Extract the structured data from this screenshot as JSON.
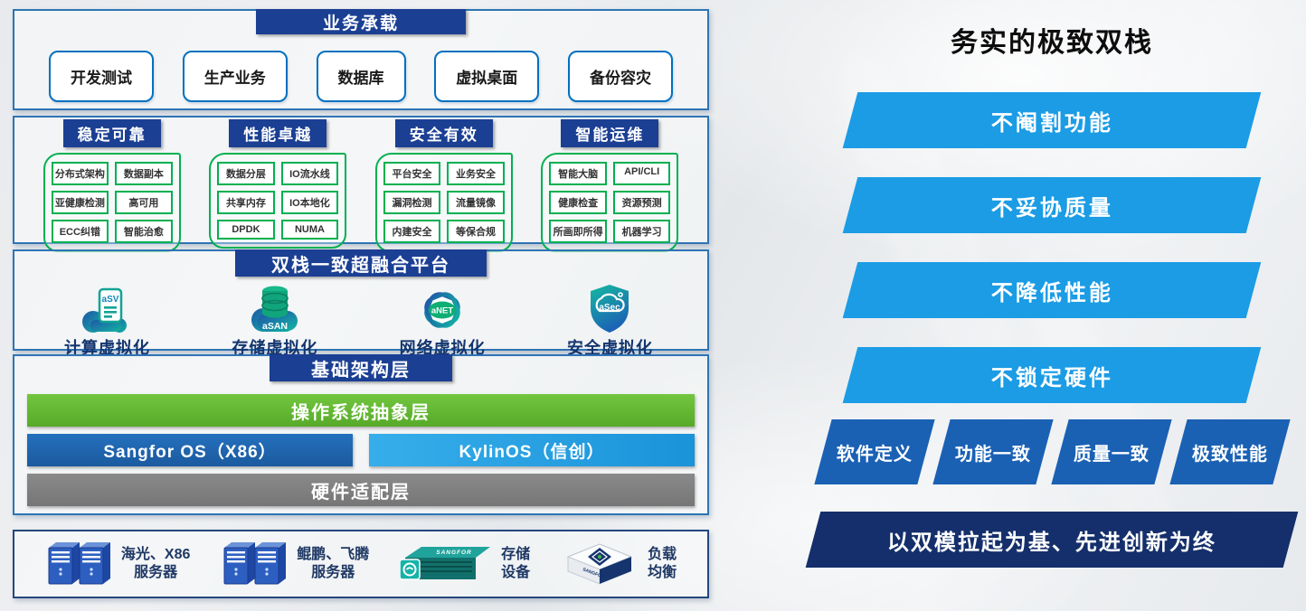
{
  "business": {
    "title": "业务承载",
    "items": [
      "开发测试",
      "生产业务",
      "数据库",
      "虚拟桌面",
      "备份容灾"
    ]
  },
  "capabilities": {
    "groups": [
      {
        "title": "稳定可靠",
        "items": [
          "分布式架构",
          "数据副本",
          "亚健康检测",
          "高可用",
          "ECC纠错",
          "智能治愈"
        ]
      },
      {
        "title": "性能卓越",
        "items": [
          "数据分层",
          "IO流水线",
          "共享内存",
          "IO本地化",
          "DPDK",
          "NUMA"
        ]
      },
      {
        "title": "安全有效",
        "items": [
          "平台安全",
          "业务安全",
          "漏洞检测",
          "流量镜像",
          "内建安全",
          "等保合规"
        ]
      },
      {
        "title": "智能运维",
        "items": [
          "智能大脑",
          "API/CLI",
          "健康检查",
          "资源预测",
          "所画即所得",
          "机器学习"
        ]
      }
    ]
  },
  "platform": {
    "title": "双栈一致超融合平台",
    "modules": [
      {
        "icon": "asv-compute-icon",
        "badge": "aSV",
        "label": "计算虚拟化"
      },
      {
        "icon": "asan-storage-icon",
        "badge": "aSAN",
        "label": "存储虚拟化"
      },
      {
        "icon": "anet-network-icon",
        "badge": "aNET",
        "label": "网络虚拟化"
      },
      {
        "icon": "asec-security-icon",
        "badge": "aSec",
        "label": "安全虚拟化"
      }
    ]
  },
  "infrastructure": {
    "title": "基础架构层",
    "os_abstraction": "操作系统抽象层",
    "os_left": "Sangfor OS（X86）",
    "os_right": "KylinOS（信创）",
    "hardware_adaptation": "硬件适配层"
  },
  "hardware": {
    "brand": "SANGFOR",
    "items": [
      {
        "icon": "x86-servers-icon",
        "line1": "海光、X86",
        "line2": "服务器"
      },
      {
        "icon": "arm-servers-icon",
        "line1": "鲲鹏、飞腾",
        "line2": "服务器"
      },
      {
        "icon": "storage-appliance-icon",
        "line1": "存储",
        "line2": "设备"
      },
      {
        "icon": "load-balancer-icon",
        "line1": "负载",
        "line2": "均衡"
      }
    ]
  },
  "right_panel": {
    "title": "务实的极致双栈",
    "banners": [
      "不阉割功能",
      "不妥协质量",
      "不降低性能",
      "不锁定硬件"
    ],
    "pillars": [
      "软件定义",
      "功能一致",
      "质量一致",
      "极致性能"
    ],
    "footer": "以双模拉起为基、先进创新为终"
  },
  "colors": {
    "header_blue": "#1b3f93",
    "section_border_blue": "#2e74b5",
    "box_border_blue": "#0070c0",
    "green": "#00b050",
    "os_green_bar": "#5fb32e",
    "sangfor_os_blue": "#1f64af",
    "kylin_blue": "#1d9fe4",
    "hardware_gray": "#7f7f7f",
    "banner_blue": "#1b9ce5",
    "pillar_blue": "#1a61b4",
    "navy": "#142f6b"
  }
}
